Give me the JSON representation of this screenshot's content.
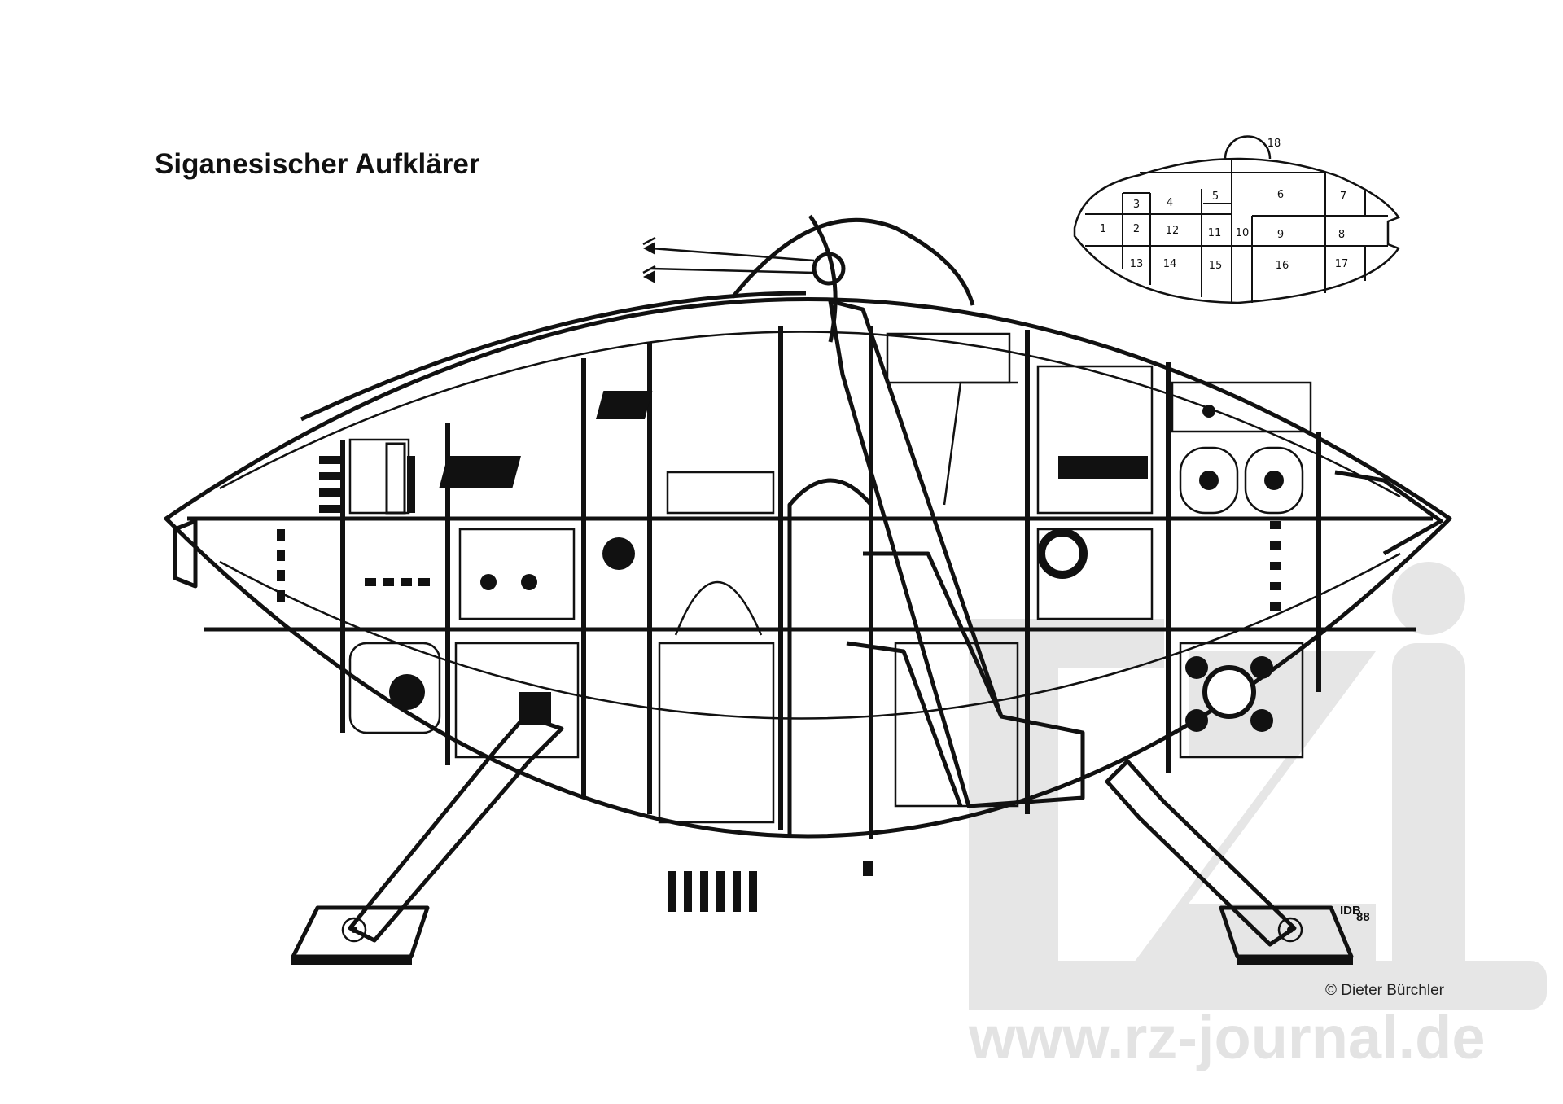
{
  "title": "Siganesischer Aufklärer",
  "inset_labels": [
    "1",
    "2",
    "3",
    "4",
    "5",
    "6",
    "7",
    "8",
    "9",
    "10",
    "11",
    "12",
    "13",
    "14",
    "15",
    "16",
    "17",
    "18"
  ],
  "signature": {
    "initials": "IDB",
    "year": "88"
  },
  "copyright": "© Dieter Bürchler",
  "watermark": "www.rz-journal.de",
  "colors": {
    "ink": "#111111",
    "watermark": "#e6e6e6"
  }
}
